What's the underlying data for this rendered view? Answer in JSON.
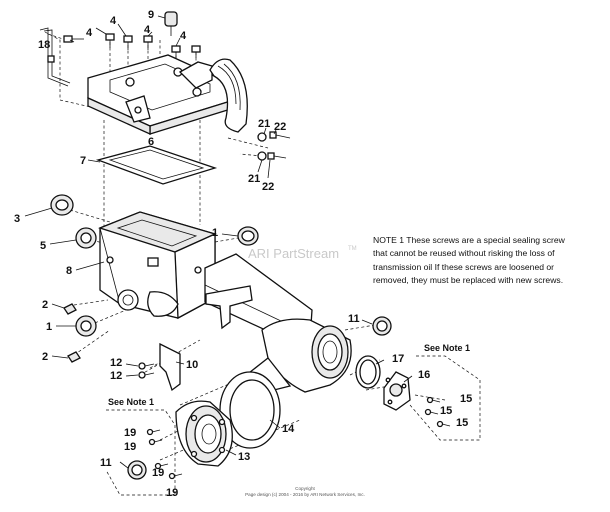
{
  "callouts": {
    "c1a": "1",
    "c1b": "1",
    "c2a": "2",
    "c2b": "2",
    "c3": "3",
    "c4a": "4",
    "c4b": "4",
    "c4c": "4",
    "c4d": "4",
    "c5": "5",
    "c6": "6",
    "c7": "7",
    "c8": "8",
    "c9": "9",
    "c10": "10",
    "c11a": "11",
    "c11b": "11",
    "c12a": "12",
    "c12b": "12",
    "c13": "13",
    "c14": "14",
    "c15a": "15",
    "c15b": "15",
    "c15c": "15",
    "c16": "16",
    "c17": "17",
    "c18": "18",
    "c19a": "19",
    "c19b": "19",
    "c19c": "19",
    "c19d": "19",
    "c21a": "21",
    "c21b": "21",
    "c22a": "22",
    "c22b": "22"
  },
  "see_note_left": "See Note 1",
  "see_note_right": "See Note 1",
  "watermark": {
    "text": "ARI PartStream",
    "tm": "TM"
  },
  "note": {
    "line1": "NOTE 1  These screws are a special sealing screw",
    "line2": "that cannot be reused without risking the loss of",
    "line3": "transmission oil   If these screws are loosened or",
    "line4": "removed, they must be replaced with new screws."
  },
  "copyright": {
    "line1": "Copyright",
    "line2": "Page design (c) 2004 - 2016 by ARI Network Services, Inc."
  }
}
